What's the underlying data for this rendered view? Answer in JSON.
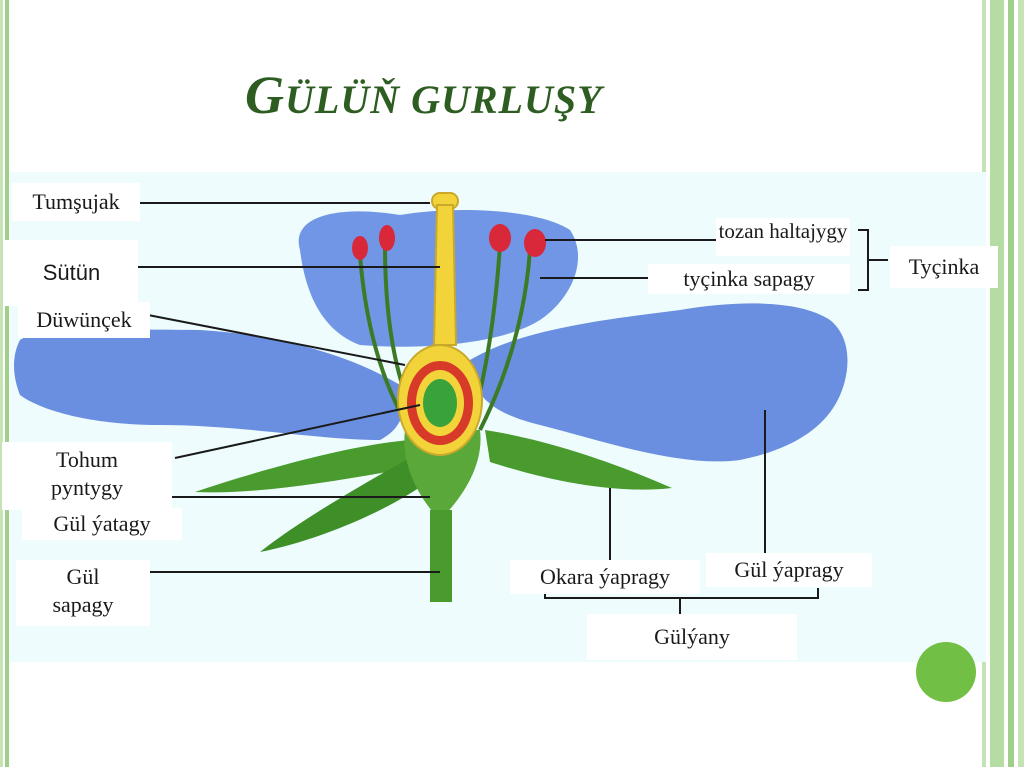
{
  "title": {
    "initial": "G",
    "rest": "ÜLÜŇ GURLUŞY"
  },
  "labels": {
    "tumsujak": "Tumşujak",
    "sutun": "Sütün",
    "duwuncek": "Düwünçek",
    "tohum_pyntygy": "Tohum pyntygy",
    "gul_yatagy": "Gül ýatagy",
    "gul_sapagy": "Gül sapagy",
    "tozan_haltajygy": "tozan haltajygy",
    "tycinka_sapagy": "tyçinka sapagy",
    "tycinka": "Tyçinka",
    "okara_yapragy": "Okara ýapragy",
    "gul_yapragy": "Gül ýapragy",
    "gulyany": "Gülýany"
  },
  "colors": {
    "title": "#2e5d22",
    "petal": "#6b8fe0",
    "leaf": "#4a9b2e",
    "style": "#f2d43a",
    "ovary_ring": "#d83a2a",
    "ovule": "#3aa23a",
    "anther": "#d8283a",
    "accent_dot": "#71bf44",
    "frame": "#9fcf8a"
  }
}
